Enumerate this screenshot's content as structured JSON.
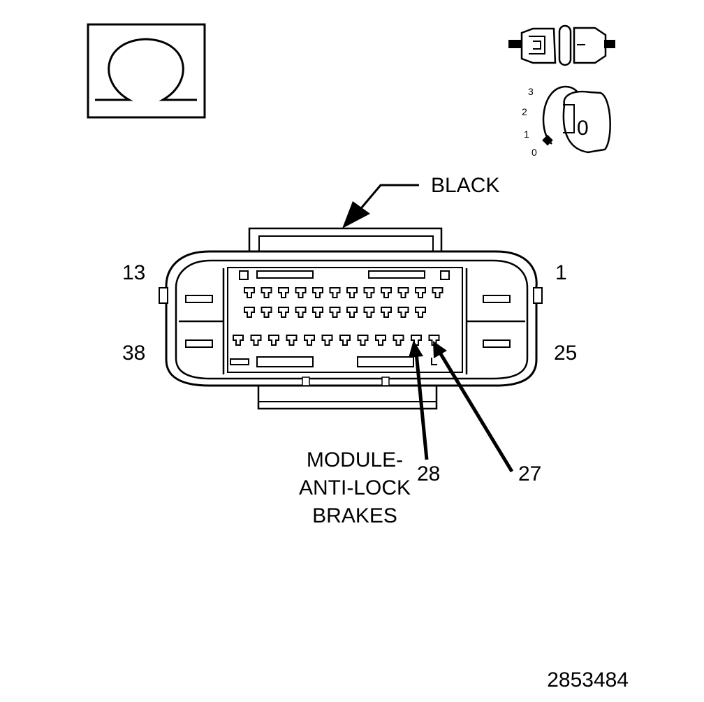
{
  "connector": {
    "color_label": "BLACK",
    "pin_labels": {
      "top_left": "13",
      "top_right": "1",
      "bottom_left": "38",
      "bottom_right": "25"
    },
    "pin_rows": [
      12,
      11,
      12
    ]
  },
  "callouts": [
    {
      "pin": "28"
    },
    {
      "pin": "27"
    }
  ],
  "component_name": [
    "MODULE-",
    "ANTI-LOCK",
    "BRAKES"
  ],
  "ignition": {
    "positions": [
      "3",
      "2",
      "1",
      "0"
    ],
    "key_label": "0"
  },
  "figure_number": "2853484",
  "colors": {
    "ink": "#000000",
    "background": "#ffffff"
  },
  "icons": [
    "ohm-symbol-icon",
    "connector-disconnected-icon",
    "ignition-key-off-icon"
  ]
}
